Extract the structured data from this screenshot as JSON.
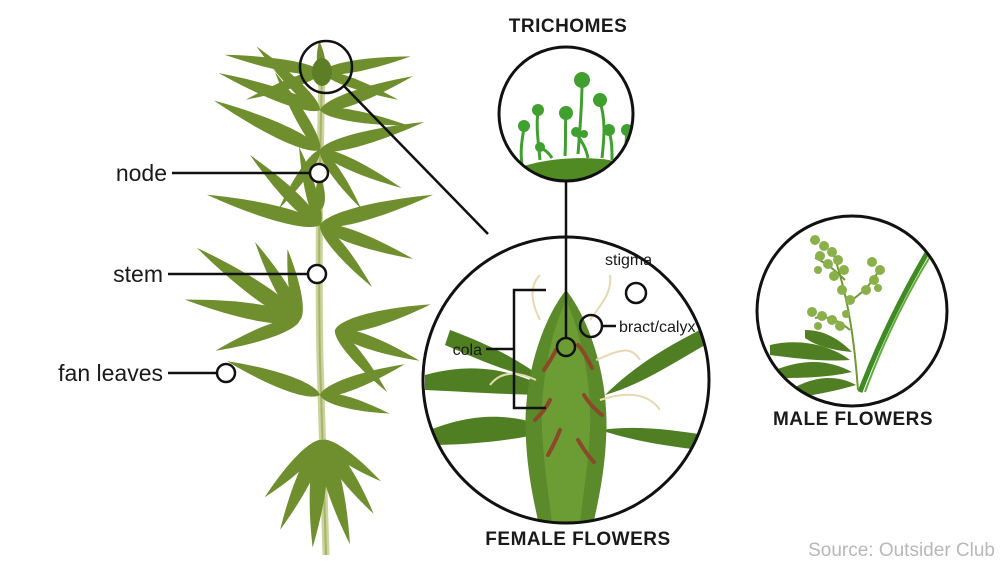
{
  "diagram": {
    "labels": {
      "node": "node",
      "stem": "stem",
      "fan_leaves": "fan leaves",
      "cola": "cola",
      "stigma": "stigma",
      "bract_calyx": "bract/calyx"
    },
    "titles": {
      "trichomes": "TRICHOMES",
      "female_flowers": "FEMALE FLOWERS",
      "male_flowers": "MALE FLOWERS"
    },
    "source": "Source: Outsider Club"
  },
  "colors": {
    "leaf": "#6f8f2f",
    "leaf_dark": "#4f6b1c",
    "stem": "#c9d39a",
    "bud": "#5a8a2a",
    "pistil": "#8a4a2a",
    "trichome": "#3fa02f",
    "line": "#111111"
  }
}
